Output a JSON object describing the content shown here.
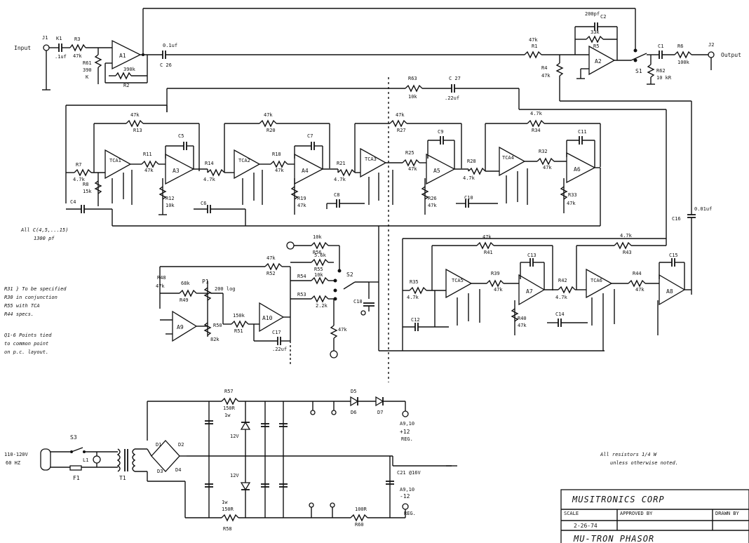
{
  "io": {
    "input": "Input",
    "output": "Output",
    "j1": "J1",
    "j2": "J2"
  },
  "labels": {
    "k1": "K1",
    "k1v": ".1uf",
    "r3": "R3",
    "r3v": "47k",
    "r61": "R61",
    "r61v": "390",
    "r61k": "K",
    "a1": "A1",
    "r2v": "390k",
    "r2": "R2",
    "c26v": "0.1uf",
    "c26": "C 26",
    "r63": "R63",
    "r63v": "10k",
    "c27": "C 27",
    "c27v": ".22uf",
    "r1v": "47k",
    "r1": "R1",
    "r4": "R4",
    "r4v": "47k",
    "c2v": "200pf",
    "c2": "C2",
    "r5v": "33k",
    "r5": "R5",
    "a2": "A2",
    "s1": "S1",
    "c1": "C1",
    "r6": "R6",
    "r6v": "100k",
    "r62": "R62",
    "r62v": "10 kR",
    "r13v": "47k",
    "r13": "R13",
    "r20v": "47k",
    "r20": "R20",
    "r27v": "47k",
    "r27": "R27",
    "r34v": "4.7k",
    "r34": "R34",
    "c5": "C5",
    "c7": "C7",
    "c9": "C9",
    "c11": "C11",
    "r7": "R7",
    "r7v": "4.7k",
    "r8": "R8",
    "r8v": "15k",
    "r11": "R11",
    "r11v": "47k",
    "r18": "R18",
    "r18v": "47k",
    "r25": "R25",
    "r25v": "47k",
    "r32": "R32",
    "r32v": "47k",
    "r14": "R14",
    "r14v": "4.7k",
    "r21": "R21",
    "r21v": "4.7k",
    "r28": "R28",
    "r28v": "4.7k",
    "tca1": "TCA1",
    "tca2": "TCA2",
    "tca3": "TCA3",
    "tca4": "TCA4",
    "tca5": "TCA5",
    "tca6": "TCA6",
    "a3": "A3",
    "a4": "A4",
    "a5": "A5",
    "a6": "A6",
    "a7": "A7",
    "a8": "A8",
    "a9": "A9",
    "a10": "A10",
    "r12": "R12",
    "r12v": "10k",
    "r19": "R19",
    "r19v": "47k",
    "r26": "R26",
    "r26v": "47k",
    "r33": "R33",
    "r33v": "47k",
    "c4": "C4",
    "c6": "C6",
    "c8": "C8",
    "c10": "C10",
    "allc": "All C(4,5,...15)",
    "allc2": "1300 pf",
    "c16": "C16",
    "c16v": "0.01uf",
    "r41v": "47k",
    "r41": "R41",
    "r43v": "4.7k",
    "r43": "R43",
    "r35": "R35",
    "r35v": "4.7k",
    "r39": "R39",
    "r39v": "47k",
    "r42": "R42",
    "r42v": "4.7k",
    "r44": "R44",
    "r44v": "47k",
    "c13": "C13",
    "c15": "C15",
    "c12": "C12",
    "c14": "C14",
    "r40": "R40",
    "r40v": "47k",
    "r55v": "10k",
    "r56": "R56",
    "r52v": "47k",
    "r52": "R52",
    "r55": "R55",
    "r54": "R54",
    "r53": "R53",
    "r54v": "10k",
    "r53v": "2.2k",
    "r55b": "5.6k",
    "s2": "S2",
    "c18": "C18",
    "r47v": "47k",
    "r48": "R48",
    "r48v": "68k",
    "r49": "R49",
    "p1": "P1",
    "p1v": "200 log",
    "r51v": "150k",
    "r51": "R51",
    "r50": "R50",
    "r50v": "82k",
    "c17": "C17",
    "c17v": ".22uf",
    "note_r1": "R31 } To be specified",
    "note_r2": "R30      in conjunction",
    "note_r3": "R55      with TCA",
    "note_r4": "R44      specs.",
    "note_p1": "Q1-6 Points tied",
    "note_p2": "to common point",
    "note_p3": "on p.c. layout.",
    "r57": "R57",
    "r57v": "150R",
    "r57w": "1w",
    "d5": "D5",
    "d7": "D7",
    "d6": "D6",
    "a910": "A9,10",
    "plus12": "+12",
    "plus12s": "REG.",
    "d1": "D1",
    "d2": "D2",
    "d3": "D3",
    "d4": "D4",
    "s3": "S3",
    "mains": "110-120V",
    "mains2": "60 HZ",
    "f1": "F1",
    "t1": "T1",
    "l1": "L1",
    "z12v": "12V",
    "z12b": "12V",
    "r58": "R58",
    "r58v": "150R",
    "r58w": "1w",
    "r60": "R60",
    "r60v": "100R",
    "minus12": "-12",
    "minus12s": "REG.",
    "c1v": "C21 @16V",
    "a910b": "A9,10",
    "notes_res": "All resistors 1/4 W",
    "notes_res2": "unless otherwise noted.",
    "tb_company": "MUSITRONICS CORP",
    "tb_scale": "SCALE",
    "tb_approved": "APPROVED BY",
    "tb_drawn": "DRAWN BY",
    "tb_date": "2-26-74",
    "tb_title": "MU-TRON PHASOR"
  }
}
